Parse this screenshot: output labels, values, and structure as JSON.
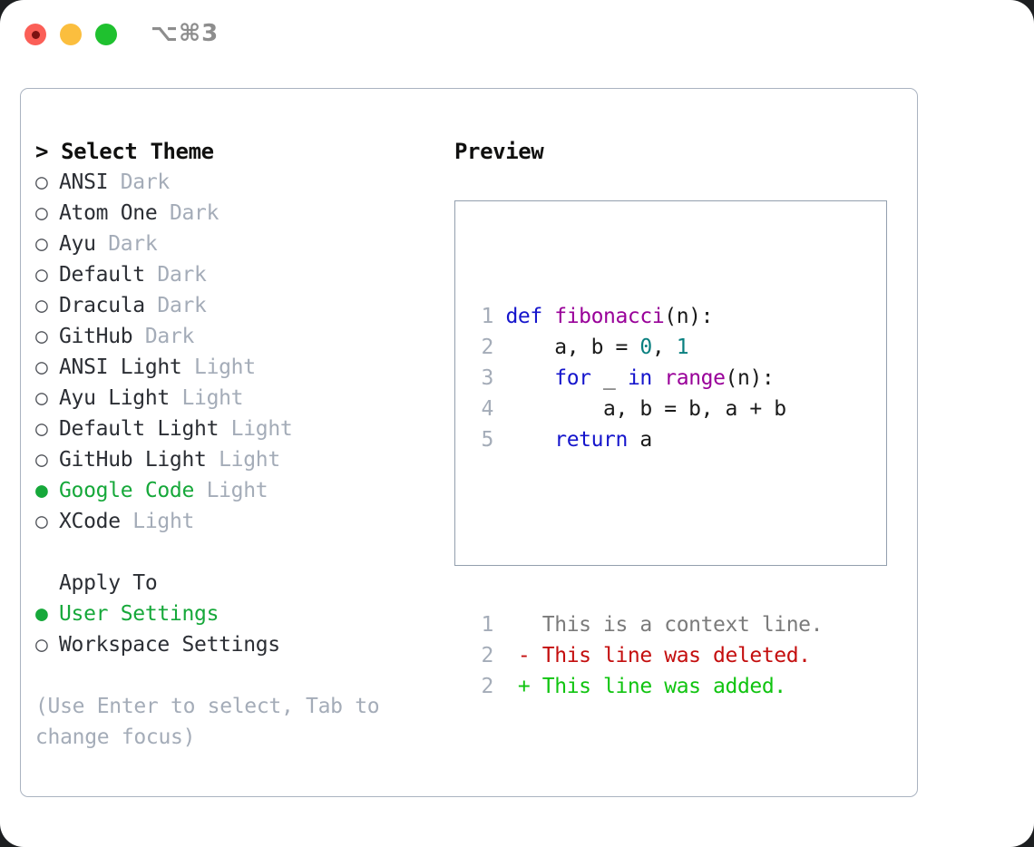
{
  "titlebar": {
    "shortcut": "⌥⌘3",
    "buttons": [
      {
        "name": "close",
        "color": "#fb5f57"
      },
      {
        "name": "minimize",
        "color": "#fbbe3e"
      },
      {
        "name": "maximize",
        "color": "#1fc12f"
      }
    ]
  },
  "theme_picker": {
    "header_prefix": "> ",
    "header": "Select Theme",
    "marker_unselected": "○",
    "marker_selected": "●",
    "items": [
      {
        "marker": "○",
        "name": "ANSI",
        "kind": "Dark",
        "selected": false
      },
      {
        "marker": "○",
        "name": "Atom One",
        "kind": "Dark",
        "selected": false
      },
      {
        "marker": "○",
        "name": "Ayu",
        "kind": "Dark",
        "selected": false
      },
      {
        "marker": "○",
        "name": "Default",
        "kind": "Dark",
        "selected": false
      },
      {
        "marker": "○",
        "name": "Dracula",
        "kind": "Dark",
        "selected": false
      },
      {
        "marker": "○",
        "name": "GitHub",
        "kind": "Dark",
        "selected": false
      },
      {
        "marker": "○",
        "name": "ANSI Light",
        "kind": "Light",
        "selected": false
      },
      {
        "marker": "○",
        "name": "Ayu Light",
        "kind": "Light",
        "selected": false
      },
      {
        "marker": "○",
        "name": "Default Light",
        "kind": "Light",
        "selected": false
      },
      {
        "marker": "○",
        "name": "GitHub Light",
        "kind": "Light",
        "selected": false
      },
      {
        "marker": "●",
        "name": "Google Code",
        "kind": "Light",
        "selected": true
      },
      {
        "marker": "○",
        "name": "XCode",
        "kind": "Light",
        "selected": false
      }
    ]
  },
  "apply_to": {
    "title": "Apply To",
    "items": [
      {
        "marker": "●",
        "name": "User Settings",
        "selected": true
      },
      {
        "marker": "○",
        "name": "Workspace Settings",
        "selected": false
      }
    ]
  },
  "hint": "(Use Enter to select, Tab to change focus)",
  "preview": {
    "title": "Preview",
    "code_lines": [
      {
        "num": "1",
        "tokens": [
          {
            "t": "def ",
            "c": "kw"
          },
          {
            "t": "fibonacci",
            "c": "fn"
          },
          {
            "t": "(n):",
            "c": "txt"
          }
        ]
      },
      {
        "num": "2",
        "tokens": [
          {
            "t": "    a, b = ",
            "c": "txt"
          },
          {
            "t": "0",
            "c": "num"
          },
          {
            "t": ", ",
            "c": "txt"
          },
          {
            "t": "1",
            "c": "num"
          }
        ]
      },
      {
        "num": "3",
        "tokens": [
          {
            "t": "    ",
            "c": "txt"
          },
          {
            "t": "for",
            "c": "kw"
          },
          {
            "t": " _ ",
            "c": "txt"
          },
          {
            "t": "in",
            "c": "kw"
          },
          {
            "t": " ",
            "c": "txt"
          },
          {
            "t": "range",
            "c": "fn"
          },
          {
            "t": "(n):",
            "c": "txt"
          }
        ]
      },
      {
        "num": "4",
        "tokens": [
          {
            "t": "        a, b = b, a + b",
            "c": "txt"
          }
        ]
      },
      {
        "num": "5",
        "tokens": [
          {
            "t": "    ",
            "c": "txt"
          },
          {
            "t": "return",
            "c": "kw"
          },
          {
            "t": " a",
            "c": "txt"
          }
        ]
      }
    ],
    "diff_lines": [
      {
        "num": "1",
        "tokens": [
          {
            "t": "   This is a context line.",
            "c": "ctx"
          }
        ]
      },
      {
        "num": "2",
        "tokens": [
          {
            "t": " - This line was deleted.",
            "c": "del"
          }
        ]
      },
      {
        "num": "2",
        "tokens": [
          {
            "t": " + This line was added.",
            "c": "add"
          }
        ]
      }
    ]
  },
  "colors": {
    "accent_green": "#16a83a",
    "muted": "#a4acb8",
    "keyword": "#1515cc",
    "function": "#990099",
    "number": "#0a8080",
    "deleted": "#c40e0e",
    "added": "#10c410",
    "border": "#939fae"
  }
}
